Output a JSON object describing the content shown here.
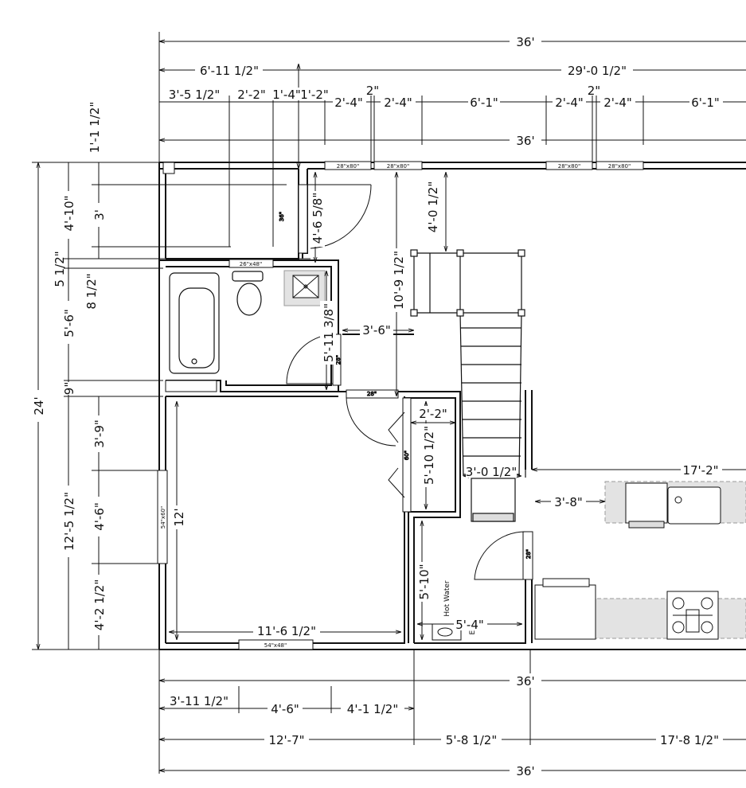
{
  "top_dimensions": {
    "overall_1": "36'",
    "left_segment": "6'-11 1/2\"",
    "right_segment": "29'-0 1/2\"",
    "row3": [
      "3'-5 1/2\"",
      "2'-2\"",
      "1'-4\"",
      "1'-2\"",
      "2'-4\"",
      "2\"",
      "2'-4\"",
      "6'-1\"",
      "2'-4\"",
      "2\"",
      "2'-4\"",
      "6'-1\""
    ],
    "overall_2": "36'"
  },
  "left_dimensions": {
    "top_gap": "1'-1 1/2\"",
    "overall": "24'",
    "a": "4'-10\"",
    "b": "3'",
    "c": "5 1/2\"",
    "d": "8 1/2\"",
    "e": "5'-6\"",
    "f": "9\"",
    "g": "12'-5 1/2\"",
    "h": "3'-9\"",
    "i": "4'-6\"",
    "j": "4'-2 1/2\""
  },
  "interior_dimensions": {
    "closet_depth": "4'-6 5/8\"",
    "closet_width_label": "36\"",
    "stair_gap": "4'-0 1/2\"",
    "stair_run": "10'-9 1/2\"",
    "bath_hall": "3'-6\"",
    "bath_height": "5'-11 3/8\"",
    "closet2_width": "2'-2\"",
    "closet2_depth": "5'-10 1/2\"",
    "stair_width": "3'-0 1/2\"",
    "bedroom_height": "12'",
    "bedroom_width": "11'-6 1/2\"",
    "utility_height": "5'-10\"",
    "utility_width": "5'-4\"",
    "kitchen_span": "17'-2\"",
    "kitchen_offset": "3'-8\""
  },
  "labels": {
    "hot_water": "Hot Water",
    "ef": "EF"
  },
  "windows": {
    "w1": "28\"x80\"",
    "w2": "28\"x80\"",
    "w3": "28\"x80\"",
    "w4": "28\"x80\"",
    "bath": "26\"x48\"",
    "bedroom_side": "54\"x60\"",
    "bedroom_bottom": "54\"x48\""
  },
  "doors": {
    "bath_door": "28\"",
    "hall_door": "28\"",
    "closet_door": "60\"",
    "utility_door": "28\""
  },
  "bottom_dimensions": {
    "overall_1": "36'",
    "row2": [
      "3'-11 1/2\"",
      "4'-6\"",
      "4'-1 1/2\""
    ],
    "row3": [
      "12'-7\"",
      "5'-8 1/2\"",
      "17'-8 1/2\""
    ],
    "overall_2": "36'"
  }
}
